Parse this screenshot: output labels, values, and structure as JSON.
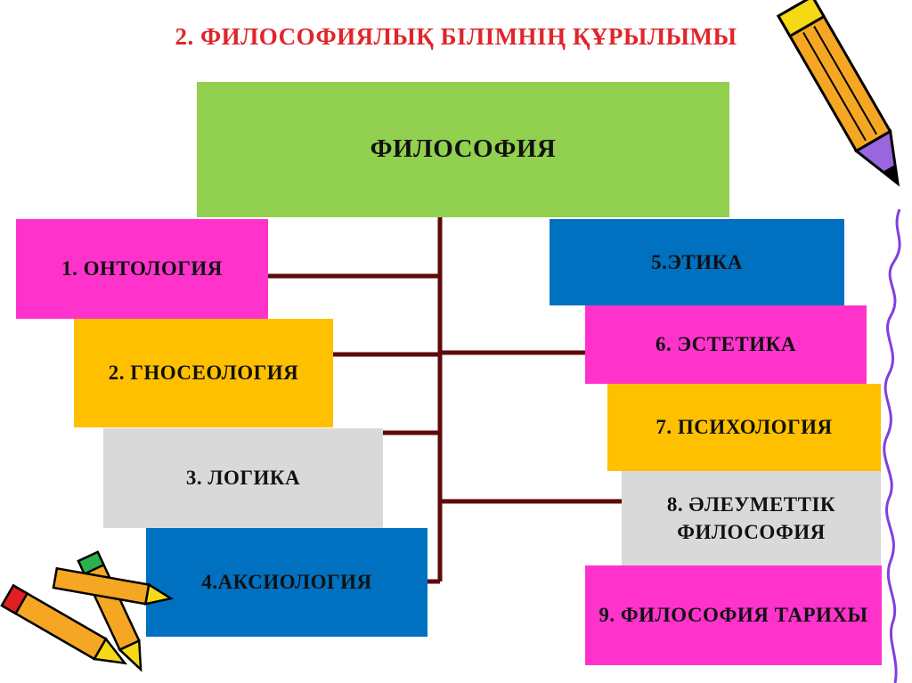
{
  "title": "2. ФИЛОСОФИЯЛЫҚ БІЛІМНІҢ ҚҰРЫЛЫМЫ",
  "root": {
    "label": "ФИЛОСОФИЯ",
    "color": "#92d050"
  },
  "left_branches": [
    {
      "label": "1. ОНТОЛОГИЯ",
      "color": "#ff33cc"
    },
    {
      "label": "2. ГНОСЕОЛОГИЯ",
      "color": "#ffc000"
    },
    {
      "label": "3. ЛОГИКА",
      "color": "#d9d9d9"
    },
    {
      "label": "4.АКСИОЛОГИЯ",
      "color": "#0070c0"
    }
  ],
  "right_branches": [
    {
      "label": "5.ЭТИКА",
      "color": "#0070c0"
    },
    {
      "label": "6. ЭСТЕТИКА",
      "color": "#ff33cc"
    },
    {
      "label": "7. ПСИХОЛОГИЯ",
      "color": "#ffc000"
    },
    {
      "label": "8. ӘЛЕУМЕТТІК ФИЛОСОФИЯ",
      "color": "#d9d9d9"
    },
    {
      "label": "9. ФИЛОСОФИЯ ТАРИХЫ",
      "color": "#ff33cc"
    }
  ],
  "connector_color": "#5c0a0a",
  "icons": [
    "pencil-icon",
    "crossed-pencils-icon",
    "squiggle-line-icon"
  ]
}
